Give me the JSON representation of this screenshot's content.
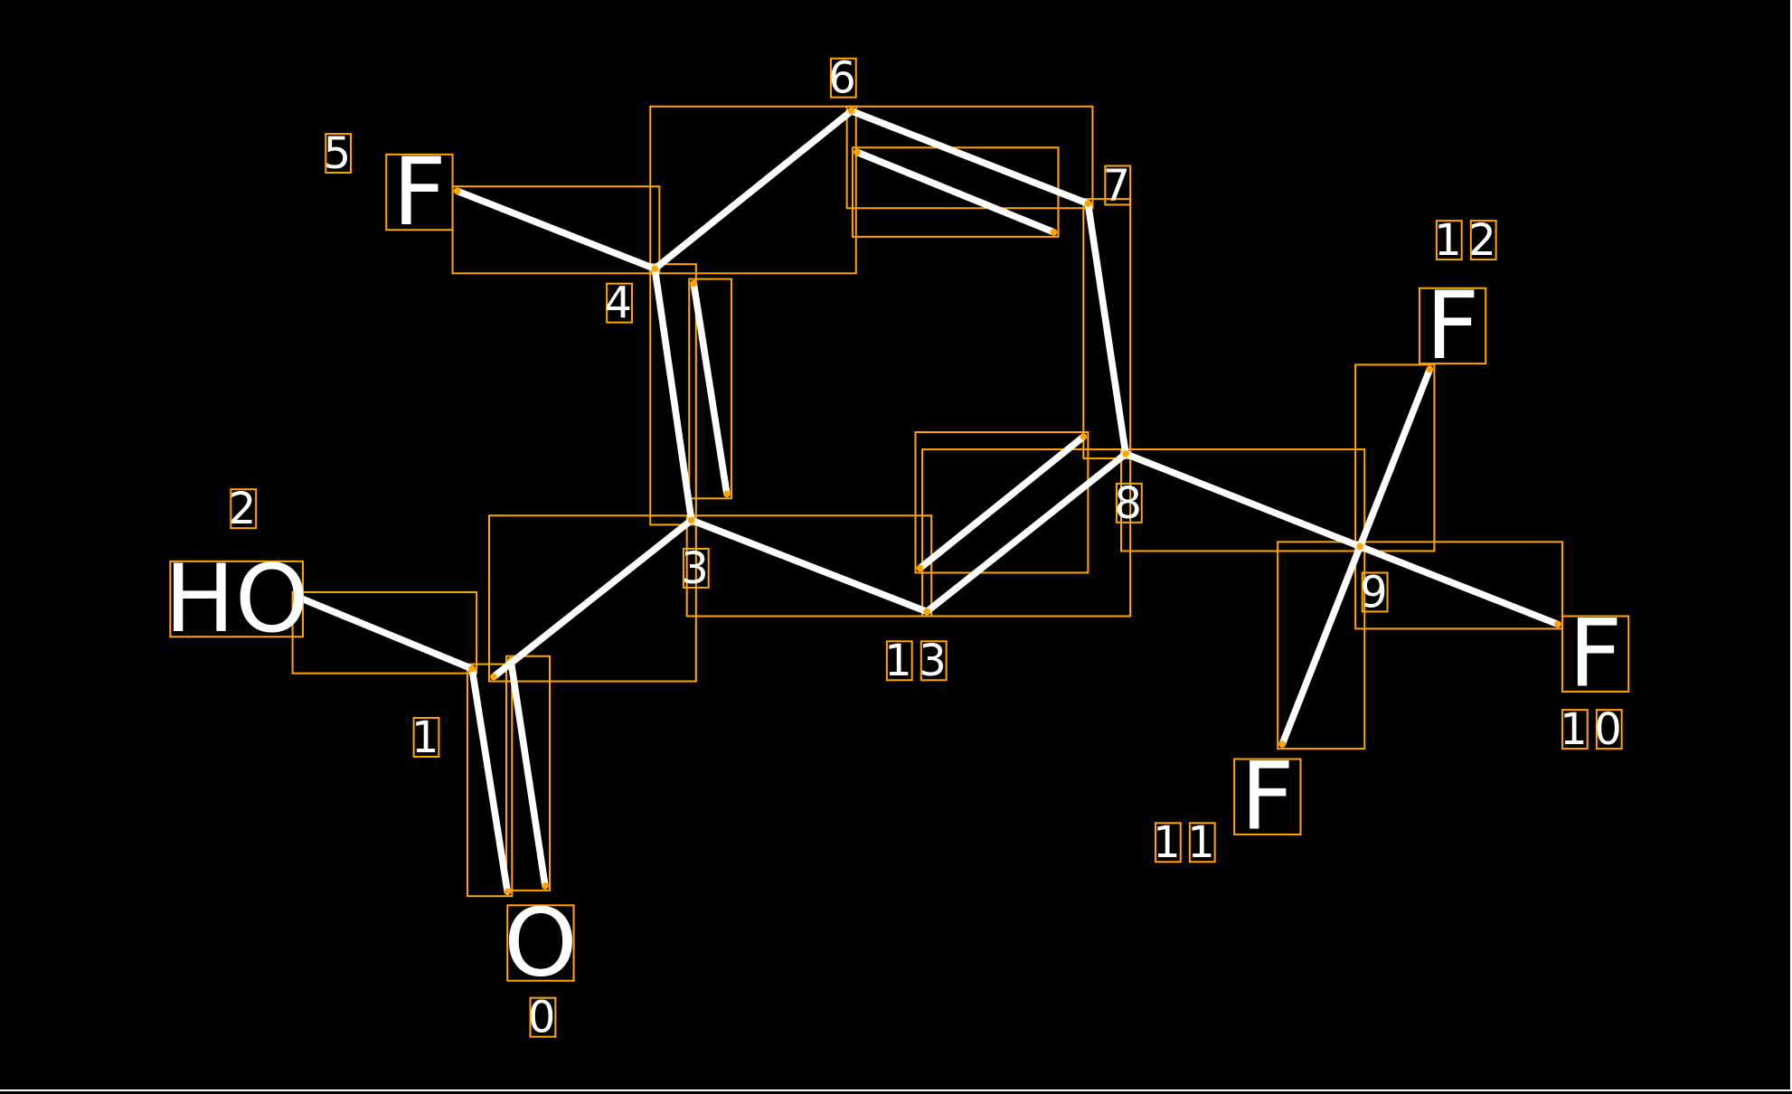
{
  "diagram": {
    "type": "molecule",
    "atoms": [
      {
        "index": "0",
        "symbol": "O"
      },
      {
        "index": "1",
        "symbol": ""
      },
      {
        "index": "2",
        "symbol": "HO"
      },
      {
        "index": "3",
        "symbol": ""
      },
      {
        "index": "4",
        "symbol": ""
      },
      {
        "index": "5",
        "symbol": "F"
      },
      {
        "index": "6",
        "symbol": ""
      },
      {
        "index": "7",
        "symbol": ""
      },
      {
        "index": "8",
        "symbol": ""
      },
      {
        "index": "9",
        "symbol": ""
      },
      {
        "index": "10",
        "symbol": "F"
      },
      {
        "index": "11",
        "symbol": "F"
      },
      {
        "index": "12",
        "symbol": "F"
      },
      {
        "index": "13",
        "symbol": ""
      }
    ],
    "bonds": [
      {
        "from": 2,
        "to": 1,
        "order": 1
      },
      {
        "from": 1,
        "to": 0,
        "order": 2
      },
      {
        "from": 1,
        "to": 3,
        "order": 1
      },
      {
        "from": 3,
        "to": 4,
        "order": 2
      },
      {
        "from": 4,
        "to": 5,
        "order": 1
      },
      {
        "from": 4,
        "to": 6,
        "order": 1
      },
      {
        "from": 6,
        "to": 7,
        "order": 2
      },
      {
        "from": 7,
        "to": 8,
        "order": 1
      },
      {
        "from": 8,
        "to": 13,
        "order": 2
      },
      {
        "from": 13,
        "to": 3,
        "order": 1
      },
      {
        "from": 8,
        "to": 9,
        "order": 1
      },
      {
        "from": 9,
        "to": 12,
        "order": 1
      },
      {
        "from": 9,
        "to": 10,
        "order": 1
      },
      {
        "from": 9,
        "to": 11,
        "order": 1
      }
    ],
    "colors": {
      "bond": "#ffffff",
      "box": "#ffa500",
      "background": "#000000"
    }
  }
}
